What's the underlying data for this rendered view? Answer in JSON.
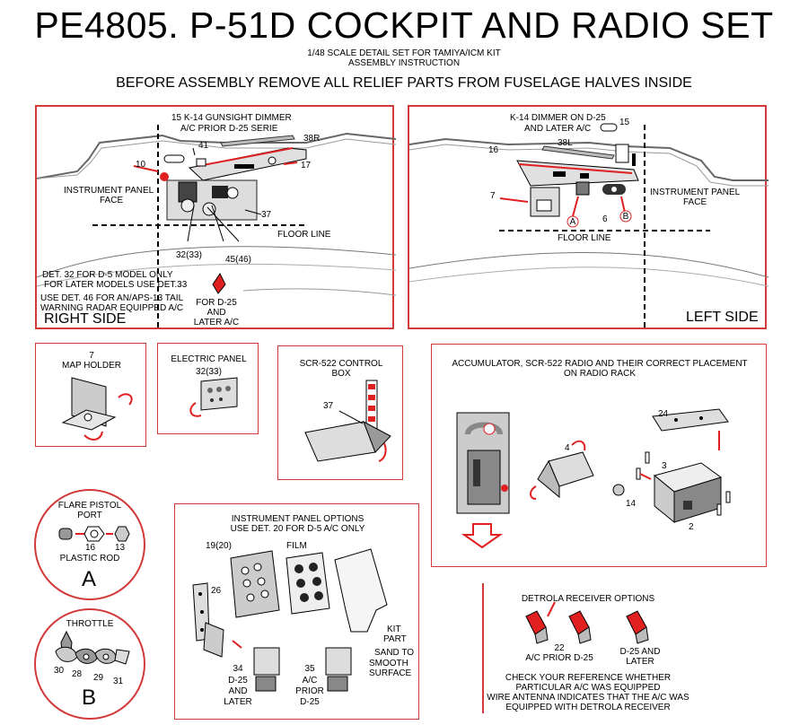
{
  "header": {
    "title": "PE4805. P-51D COCKPIT AND RADIO SET",
    "subtitle_line1": "1/48 SCALE DETAIL SET FOR TAMIYA/ICM KIT",
    "subtitle_line2": "ASSEMBLY INSTRUCTION",
    "banner": "BEFORE ASSEMBLY REMOVE ALL RELIEF PARTS FROM FUSELAGE HALVES INSIDE"
  },
  "right_side": {
    "title": "RIGHT SIDE",
    "note_gunsight_1": "15 K-14 GUNSIGHT DIMMER",
    "note_gunsight_2": "A/C PRIOR D-25 SERIE",
    "part_41": "41",
    "part_38r": "38R",
    "part_10": "10",
    "part_17": "17",
    "instrument_panel_1": "INSTRUMENT PANEL",
    "instrument_panel_2": "FACE",
    "part_37": "37",
    "floor_line": "FLOOR LINE",
    "part_32_33": "32(33)",
    "part_45_46": "45(46)",
    "note_det32_1": "DET. 32 FOR D-5 MODEL ONLY",
    "note_det32_2": "FOR LATER MODELS USE DET.33",
    "note_det46_1": "USE DET. 46 FOR AN/APS-13 TAIL",
    "note_det46_2": "WARNING RADAR EQUIPPED A/C",
    "for_d25_1": "FOR D-25",
    "for_d25_2": "AND",
    "for_d25_3": "LATER A/C"
  },
  "left_side": {
    "title": "LEFT SIDE",
    "note_dimmer_1": "K-14 DIMMER ON D-25",
    "note_dimmer_2": "AND LATER A/C",
    "part_15": "15",
    "part_16": "16",
    "part_38l": "38L",
    "part_7": "7",
    "part_6": "6",
    "callout_a": "A",
    "callout_b": "B",
    "instrument_panel_1": "INSTRUMENT PANEL",
    "instrument_panel_2": "FACE",
    "floor_line": "FLOOR LINE"
  },
  "map_holder": {
    "number": "7",
    "label": "MAP HOLDER"
  },
  "electric_panel": {
    "label": "ELECTRIC PANEL",
    "number": "32(33)"
  },
  "scr_control": {
    "label_1": "SCR-522 CONTROL",
    "label_2": "BOX",
    "number": "37"
  },
  "radio_rack": {
    "label_1": "ACCUMULATOR, SCR-522 RADIO AND THEIR CORRECT PLACEMENT",
    "label_2": "ON RADIO RACK",
    "part_24": "24",
    "part_4": "4",
    "part_14": "14",
    "part_3": "3",
    "part_2": "2"
  },
  "detail_a": {
    "label_1": "FLARE PISTOL",
    "label_2": "PORT",
    "part_16": "16",
    "part_13": "13",
    "rod": "PLASTIC ROD",
    "letter": "A"
  },
  "detail_b": {
    "label": "THROTTLE",
    "part_30": "30",
    "part_28": "28",
    "part_29": "29",
    "part_31": "31",
    "letter": "B"
  },
  "instrument_options": {
    "title_1": "INSTRUMENT PANEL OPTIONS",
    "title_2": "USE DET. 20 FOR D-5 A/C ONLY",
    "part_19_20": "19(20)",
    "film": "FILM",
    "part_26": "26",
    "kit_1": "KIT",
    "kit_2": "PART",
    "sand_1": "SAND TO",
    "sand_2": "SMOOTH",
    "sand_3": "SURFACE",
    "part_34": "34",
    "d25_later_1": "D-25",
    "d25_later_2": "AND",
    "d25_later_3": "LATER",
    "part_35": "35",
    "prior_1": "A/C",
    "prior_2": "PRIOR",
    "prior_3": "D-25"
  },
  "detrola": {
    "title": "DETROLA RECEIVER OPTIONS",
    "part_22": "22",
    "prior": "A/C PRIOR D-25",
    "later_1": "D-25 AND",
    "later_2": "LATER",
    "note_1": "CHECK YOUR REFERENCE WHETHER",
    "note_2": "PARTICULAR  A/C WAS EQUIPPED",
    "note_3": "WIRE ANTENNA INDICATES THAT THE A/C WAS",
    "note_4": "EQUIPPED WITH DETROLA RECEIVER"
  },
  "colors": {
    "frame": "#d23a3a",
    "arrow": "#e02020",
    "metal": "#c8c8c8",
    "dark": "#333333"
  }
}
